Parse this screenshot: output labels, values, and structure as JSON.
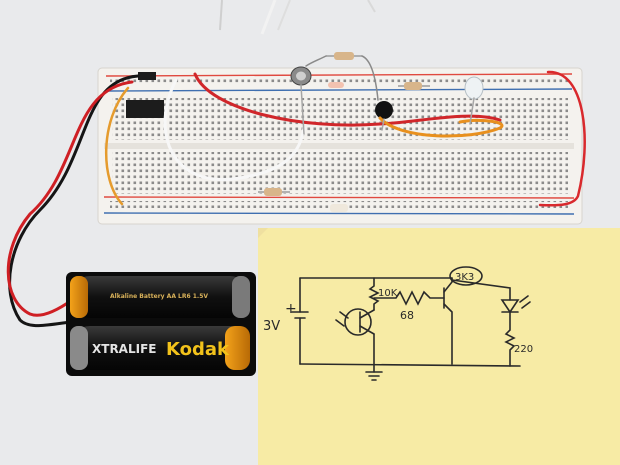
{
  "photo": {
    "subject": "breadboard-circuit-with-battery-and-schematic",
    "colors": {
      "background": "#e9eaec",
      "breadboard": "#f4f2ee",
      "rail_red": "#e0493f",
      "rail_blue": "#3f6fb0",
      "wire_red": "#d0262a",
      "wire_black": "#151515",
      "wire_orange": "#e8901e",
      "wire_white": "#f7f7f7",
      "sticky_note": "#f7eba5",
      "ink": "#2a2a2a"
    }
  },
  "battery": {
    "brand": "Kodak",
    "model": "XTRALIFE",
    "fine_print": "Alkaline Battery AA LR6 1.5V"
  },
  "schematic": {
    "labels": {
      "supply": "3V",
      "plus": "+",
      "r1": "10K",
      "r2": "68",
      "r3": "3K3",
      "r4": "220"
    }
  }
}
